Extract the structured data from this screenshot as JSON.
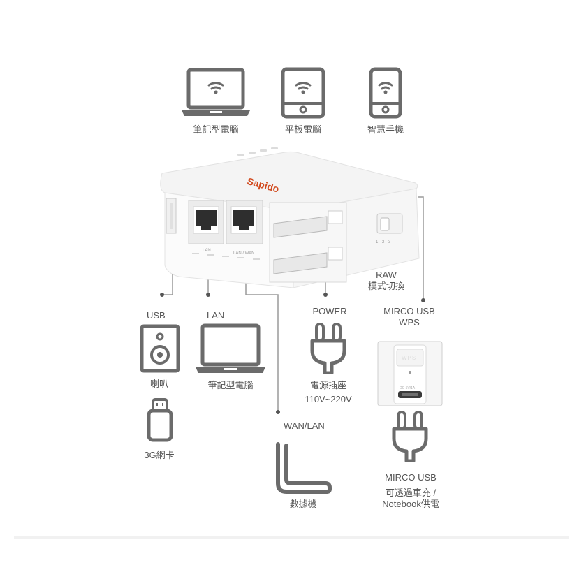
{
  "top_devices": {
    "laptop_label": "筆記型電腦",
    "tablet_label": "平板電腦",
    "phone_label": "智慧手機"
  },
  "router": {
    "brand": "Sapido",
    "port_lan_label": "LAN",
    "port_lanwan_label": "LAN / WAN",
    "mode_switch_marks": "1  2  3"
  },
  "callouts": {
    "raw_label": "RAW",
    "mode_switch_label": "模式切換",
    "usb_label": "USB",
    "lan_label": "LAN",
    "power_label": "POWER",
    "micro_usb_wps_label_1": "MIRCO USB",
    "micro_usb_wps_label_2": "WPS",
    "wan_lan_label": "WAN/LAN"
  },
  "usb_devices": {
    "speaker_label": "喇叭",
    "dongle_label": "3G網卡"
  },
  "lan_device": {
    "laptop_label": "筆記型電腦"
  },
  "power_device": {
    "outlet_label": "電源插座",
    "voltage_label": "110V~220V"
  },
  "wps_panel": {
    "wps_text": "WPS",
    "port_text": "DC 5V/1A"
  },
  "wan_device": {
    "modem_label": "數據機"
  },
  "micro_usb_device": {
    "label": "MIRCO USB",
    "desc_line1": "可透過車充 /",
    "desc_line2": "Notebook供電"
  }
}
